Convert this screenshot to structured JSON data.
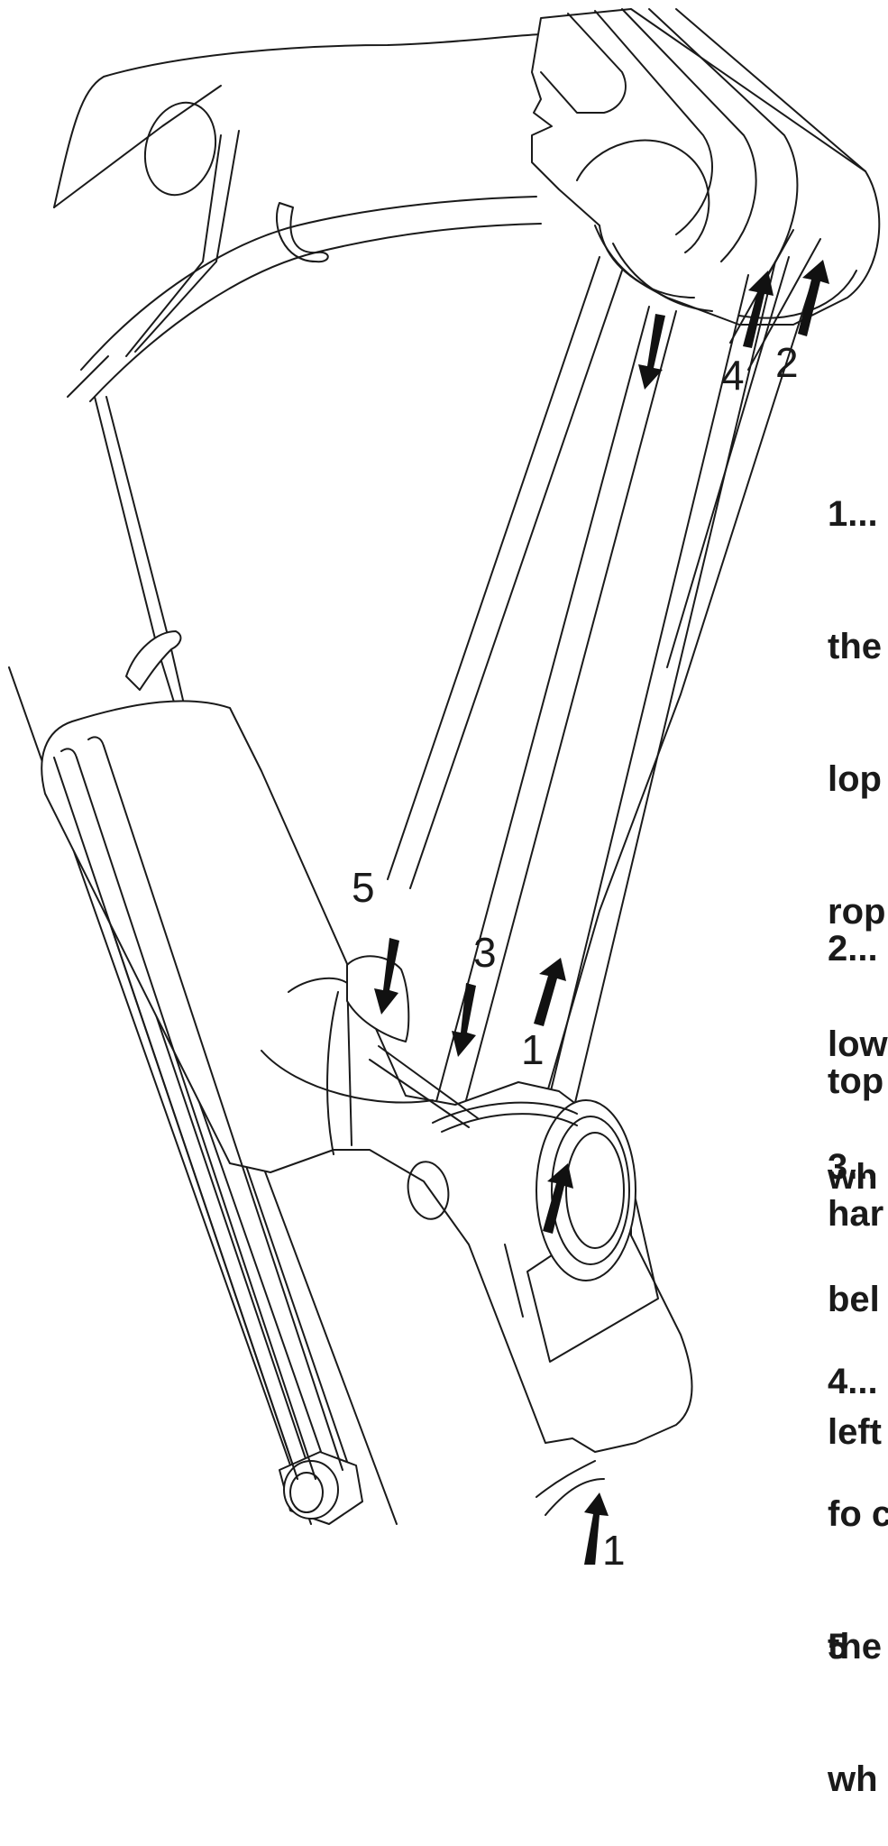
{
  "diagram": {
    "labels": {
      "l4": "4",
      "l2": "2",
      "l5": "5",
      "l3": "3",
      "l1_mid": "1",
      "l1_bottom": "1"
    }
  },
  "instructions": [
    {
      "lines": [
        "1...",
        "the",
        "lop",
        "rop",
        "low",
        "wh"
      ]
    },
    {
      "lines": [
        "2...",
        "top",
        "har"
      ]
    },
    {
      "lines": [
        "3...",
        "bel",
        "left"
      ]
    },
    {
      "lines": [
        "4...",
        "fo c",
        "the",
        "wh"
      ]
    },
    {
      "lines": [
        "5"
      ]
    }
  ]
}
